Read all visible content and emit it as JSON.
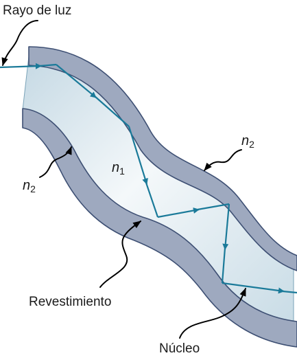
{
  "labels": {
    "light_ray": "Rayo de luz",
    "cladding": "Revestimiento",
    "core": "Núcleo",
    "n1_symbol": "n",
    "n1_subscript": "1",
    "n2_symbol": "n",
    "n2_subscript": "2"
  },
  "colors": {
    "cladding_fill": "#9ea9bf",
    "cladding_stroke": "#3d4f73",
    "core_fill": "#d3e2ea",
    "ray": "#1a7a99",
    "text": "#1a1a1a",
    "pointer": "#000000"
  }
}
